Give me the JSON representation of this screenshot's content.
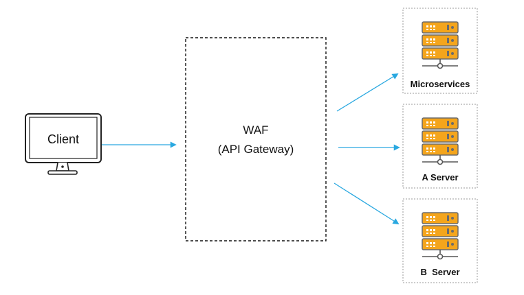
{
  "client": {
    "label": "Client"
  },
  "gateway": {
    "title": "WAF",
    "subtitle": "(API Gateway)"
  },
  "servers": [
    {
      "label": "Microservices",
      "icon": "server-rack-icon"
    },
    {
      "label": "A Server",
      "icon": "server-rack-icon"
    },
    {
      "label": "B  Server",
      "icon": "server-rack-icon"
    }
  ],
  "colors": {
    "arrow": "#29a8e0",
    "server_orange": "#f4a51c",
    "server_dark": "#6b6b6b",
    "dashed_border": "#9a9a9a"
  }
}
